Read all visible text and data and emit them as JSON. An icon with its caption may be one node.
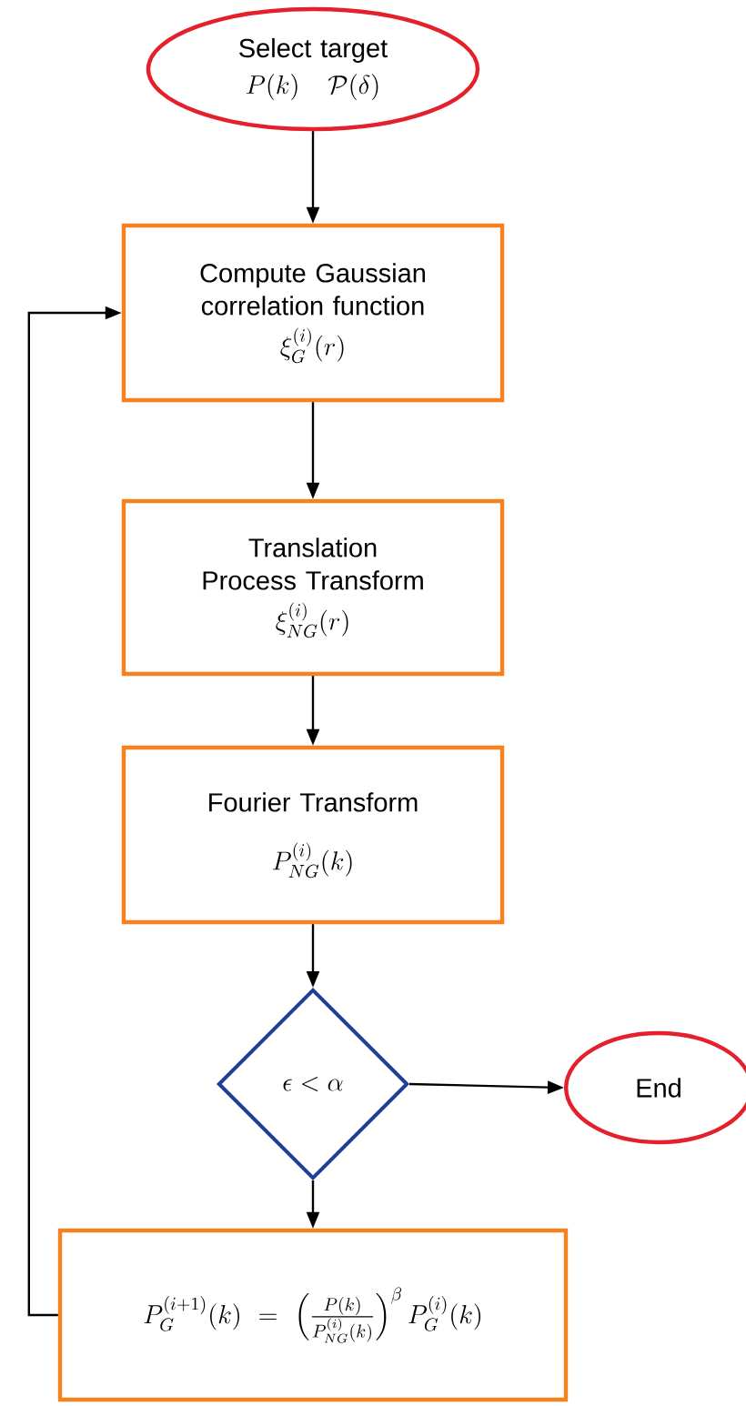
{
  "diagram": {
    "nodes": [
      {
        "text": [
          "Select target",
          "P(k)\\;\\;\\mathcal{P}(\\delta)"
        ]
      },
      {
        "text": [
          "Compute Gaussian correlation function",
          "\\xi_G^{(i)}(r)"
        ]
      },
      {
        "text": [
          "Translation Process Transform",
          "\\xi_{NG}^{(i)}(r)"
        ]
      },
      {
        "text": [
          "Fourier Transform",
          "P_{NG}^{(i)}(k)"
        ]
      },
      {
        "text": [
          "\\epsilon < \\alpha"
        ]
      },
      {
        "text": [
          "End"
        ]
      },
      {
        "text": [
          "P_G^{(i+1)}(k) = \\left(\\frac{P(k)}{P_{NG}^{(i)}(k)}\\right)^{\\beta} P_G^{(i)}(k)"
        ]
      }
    ],
    "edges": [
      {
        "from": 0,
        "to": 1,
        "arrow": "to"
      },
      {
        "from": 1,
        "to": 2,
        "arrow": "to"
      },
      {
        "from": 2,
        "to": 3,
        "arrow": "to"
      },
      {
        "from": 3,
        "to": 4,
        "arrow": "to"
      },
      {
        "from": 4,
        "to": 5,
        "arrow": "to"
      },
      {
        "from": 4,
        "to": 6,
        "arrow": "to"
      },
      {
        "from": 6,
        "to": 1,
        "arrow": "to"
      }
    ]
  }
}
